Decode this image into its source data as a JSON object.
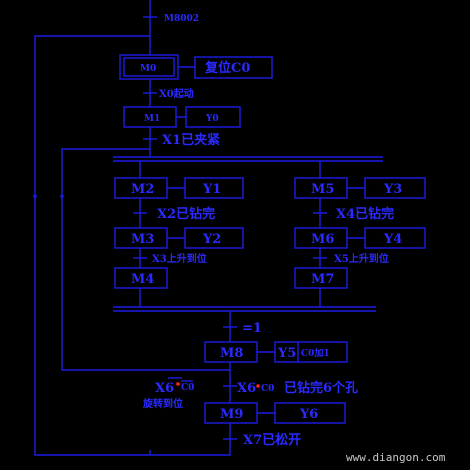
{
  "colors": {
    "line": "#1c1ce6",
    "text": "#2a2aff",
    "marker": "#ff2222",
    "background": "#000000"
  },
  "top_label": "M8002",
  "steps": {
    "m0": "M0",
    "m0_action": "复位C0",
    "m1": "M1",
    "m1_action": "Y0",
    "m2": "M2",
    "m2_action": "Y1",
    "m3": "M3",
    "m3_action": "Y2",
    "m4": "M4",
    "m5": "M5",
    "m5_action": "Y3",
    "m6": "M6",
    "m6_action": "Y4",
    "m7": "M7",
    "m8": "M8",
    "m8_action1": "Y5",
    "m8_action2": "C0加1",
    "m9": "M9",
    "m9_action": "Y6"
  },
  "transitions": {
    "t_x0": "X0起动",
    "t_x1": "X1已夹紧",
    "t_x2": "X2已钻完",
    "t_x3": "X3上升到位",
    "t_x4": "X4已钻完",
    "t_x5": "X5上升到位",
    "t_eq1": "=1",
    "t_x6_left_a": "X6",
    "t_x6_left_c0": "C0",
    "t_x6_left_b": "旋转到位",
    "t_x6_right_a": "X6",
    "t_x6_right_c0": "C0",
    "t_x6_right_b": "已钻完6个孔",
    "t_x7": "X7已松开"
  },
  "watermark": "www.diangon.com"
}
